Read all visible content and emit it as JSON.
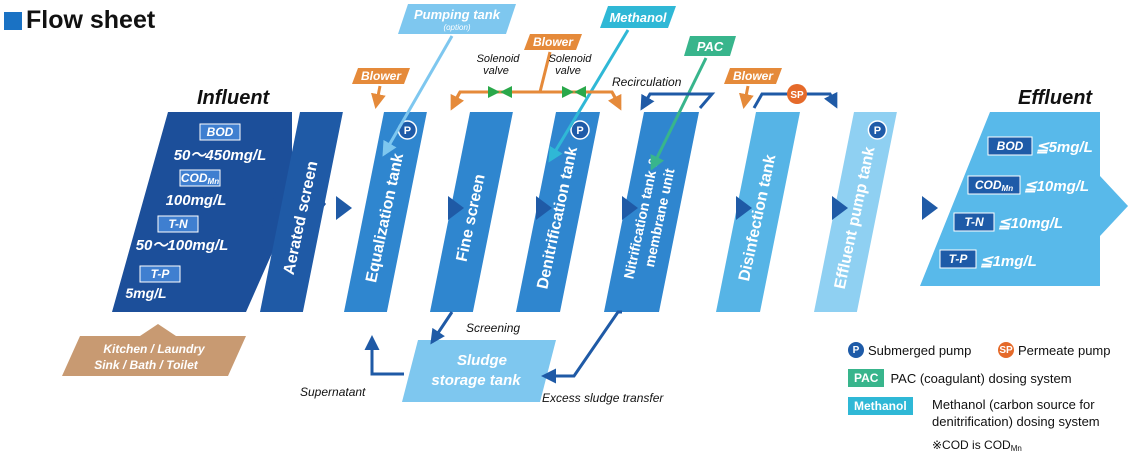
{
  "title": "Flow sheet",
  "colors": {
    "title_square": "#1a72c4",
    "tank_dark": "#1f5aa6",
    "tank_mid": "#2f86cf",
    "tank_light": "#56b4e6",
    "tank_pale": "#8fd0f2",
    "influent_box": "#1c4f9a",
    "effluent_box": "#58b9ea",
    "label_orange": "#e58a3a",
    "label_lightblue": "#7ec7ef",
    "label_methanol": "#2fb8d6",
    "label_pac": "#38b58c",
    "source_box": "#c89a72",
    "pump_blue": "#1e5ba8",
    "permeate_orange": "#e56a2a",
    "valve_green": "#2aa84a"
  },
  "influent": {
    "heading": "Influent",
    "params": [
      {
        "name": "BOD",
        "sub": "",
        "value": "50～450mg/L"
      },
      {
        "name": "COD",
        "sub": "Mn",
        "value": "100mg/L"
      },
      {
        "name": "T-N",
        "sub": "",
        "value": "50～100mg/L"
      },
      {
        "name": "T-P",
        "sub": "",
        "value": "5mg/L"
      }
    ],
    "source_lines": [
      "Kitchen / Laundry",
      "Sink / Bath / Toilet"
    ]
  },
  "effluent": {
    "heading": "Effluent",
    "params": [
      {
        "name": "BOD",
        "sub": "",
        "value": "≦5mg/L"
      },
      {
        "name": "COD",
        "sub": "Mn",
        "value": "≦10mg/L"
      },
      {
        "name": "T-N",
        "sub": "",
        "value": "≦10mg/L"
      },
      {
        "name": "T-P",
        "sub": "",
        "value": "≦1mg/L"
      }
    ]
  },
  "tanks": [
    {
      "lines": [
        "Aerated screen"
      ],
      "pump": "",
      "shade": "dark"
    },
    {
      "lines": [
        "Equalization tank"
      ],
      "pump": "P",
      "shade": "mid"
    },
    {
      "lines": [
        "Fine screen"
      ],
      "pump": "",
      "shade": "mid"
    },
    {
      "lines": [
        "Denitrification tank"
      ],
      "pump": "P",
      "shade": "mid"
    },
    {
      "lines": [
        "Nitrification tank &",
        "membrane unit"
      ],
      "pump": "",
      "shade": "mid"
    },
    {
      "lines": [
        "Disinfection tank"
      ],
      "pump": "",
      "shade": "light"
    },
    {
      "lines": [
        "Effluent pump tank"
      ],
      "pump": "P",
      "shade": "pale"
    }
  ],
  "top_labels": {
    "pumping_tank": {
      "line1": "Pumping tank",
      "line2": "(option)"
    },
    "methanol": "Methanol",
    "pac": "PAC",
    "blower": "Blower",
    "solenoid": [
      "Solenoid",
      "valve"
    ],
    "recirculation": "Recirculation",
    "permeate_mark": "SP"
  },
  "sludge": {
    "lines": [
      "Sludge",
      "storage tank"
    ],
    "screening": "Screening",
    "supernatant": "Supernatant",
    "excess": "Excess sludge transfer"
  },
  "legend": {
    "submerged_mark": "P",
    "submerged": "Submerged pump",
    "permeate_mark": "SP",
    "permeate": "Permeate pump",
    "pac_box": "PAC",
    "pac_text": "PAC (coagulant) dosing system",
    "methanol_box": "Methanol",
    "methanol_text": [
      "Methanol (carbon source for",
      "denitrification) dosing system"
    ],
    "note_prefix": "※COD is COD",
    "note_sub": "Mn"
  }
}
